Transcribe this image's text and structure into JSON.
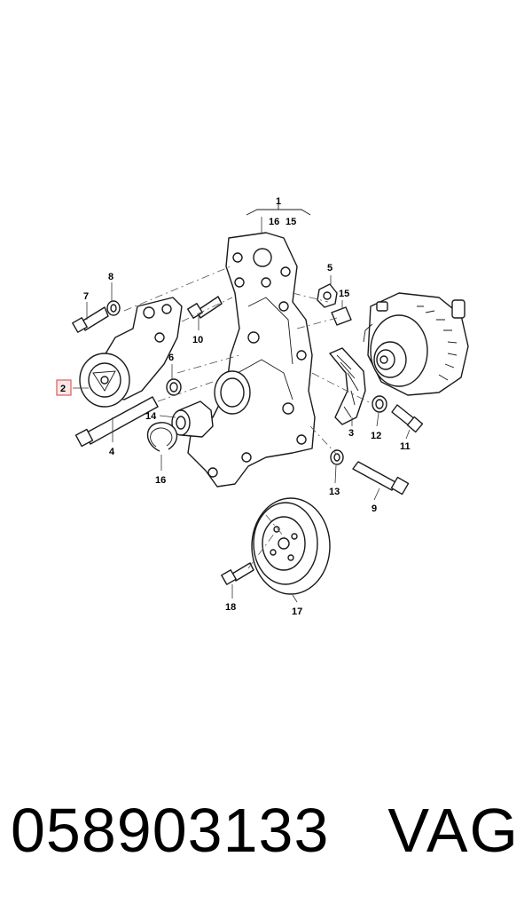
{
  "diagram": {
    "callouts": {
      "c1": "1",
      "c16a": "16",
      "c15a": "15",
      "c2": "2",
      "c3": "3",
      "c4": "4",
      "c5": "5",
      "c6": "6",
      "c7": "7",
      "c8": "8",
      "c9": "9",
      "c10": "10",
      "c11": "11",
      "c12": "12",
      "c13": "13",
      "c14": "14",
      "c15b": "15",
      "c16b": "16",
      "c17": "17",
      "c18": "18"
    },
    "highlight_color": "#e05a5a"
  },
  "footer": {
    "part_number": "058903133",
    "brand": "VAG"
  }
}
